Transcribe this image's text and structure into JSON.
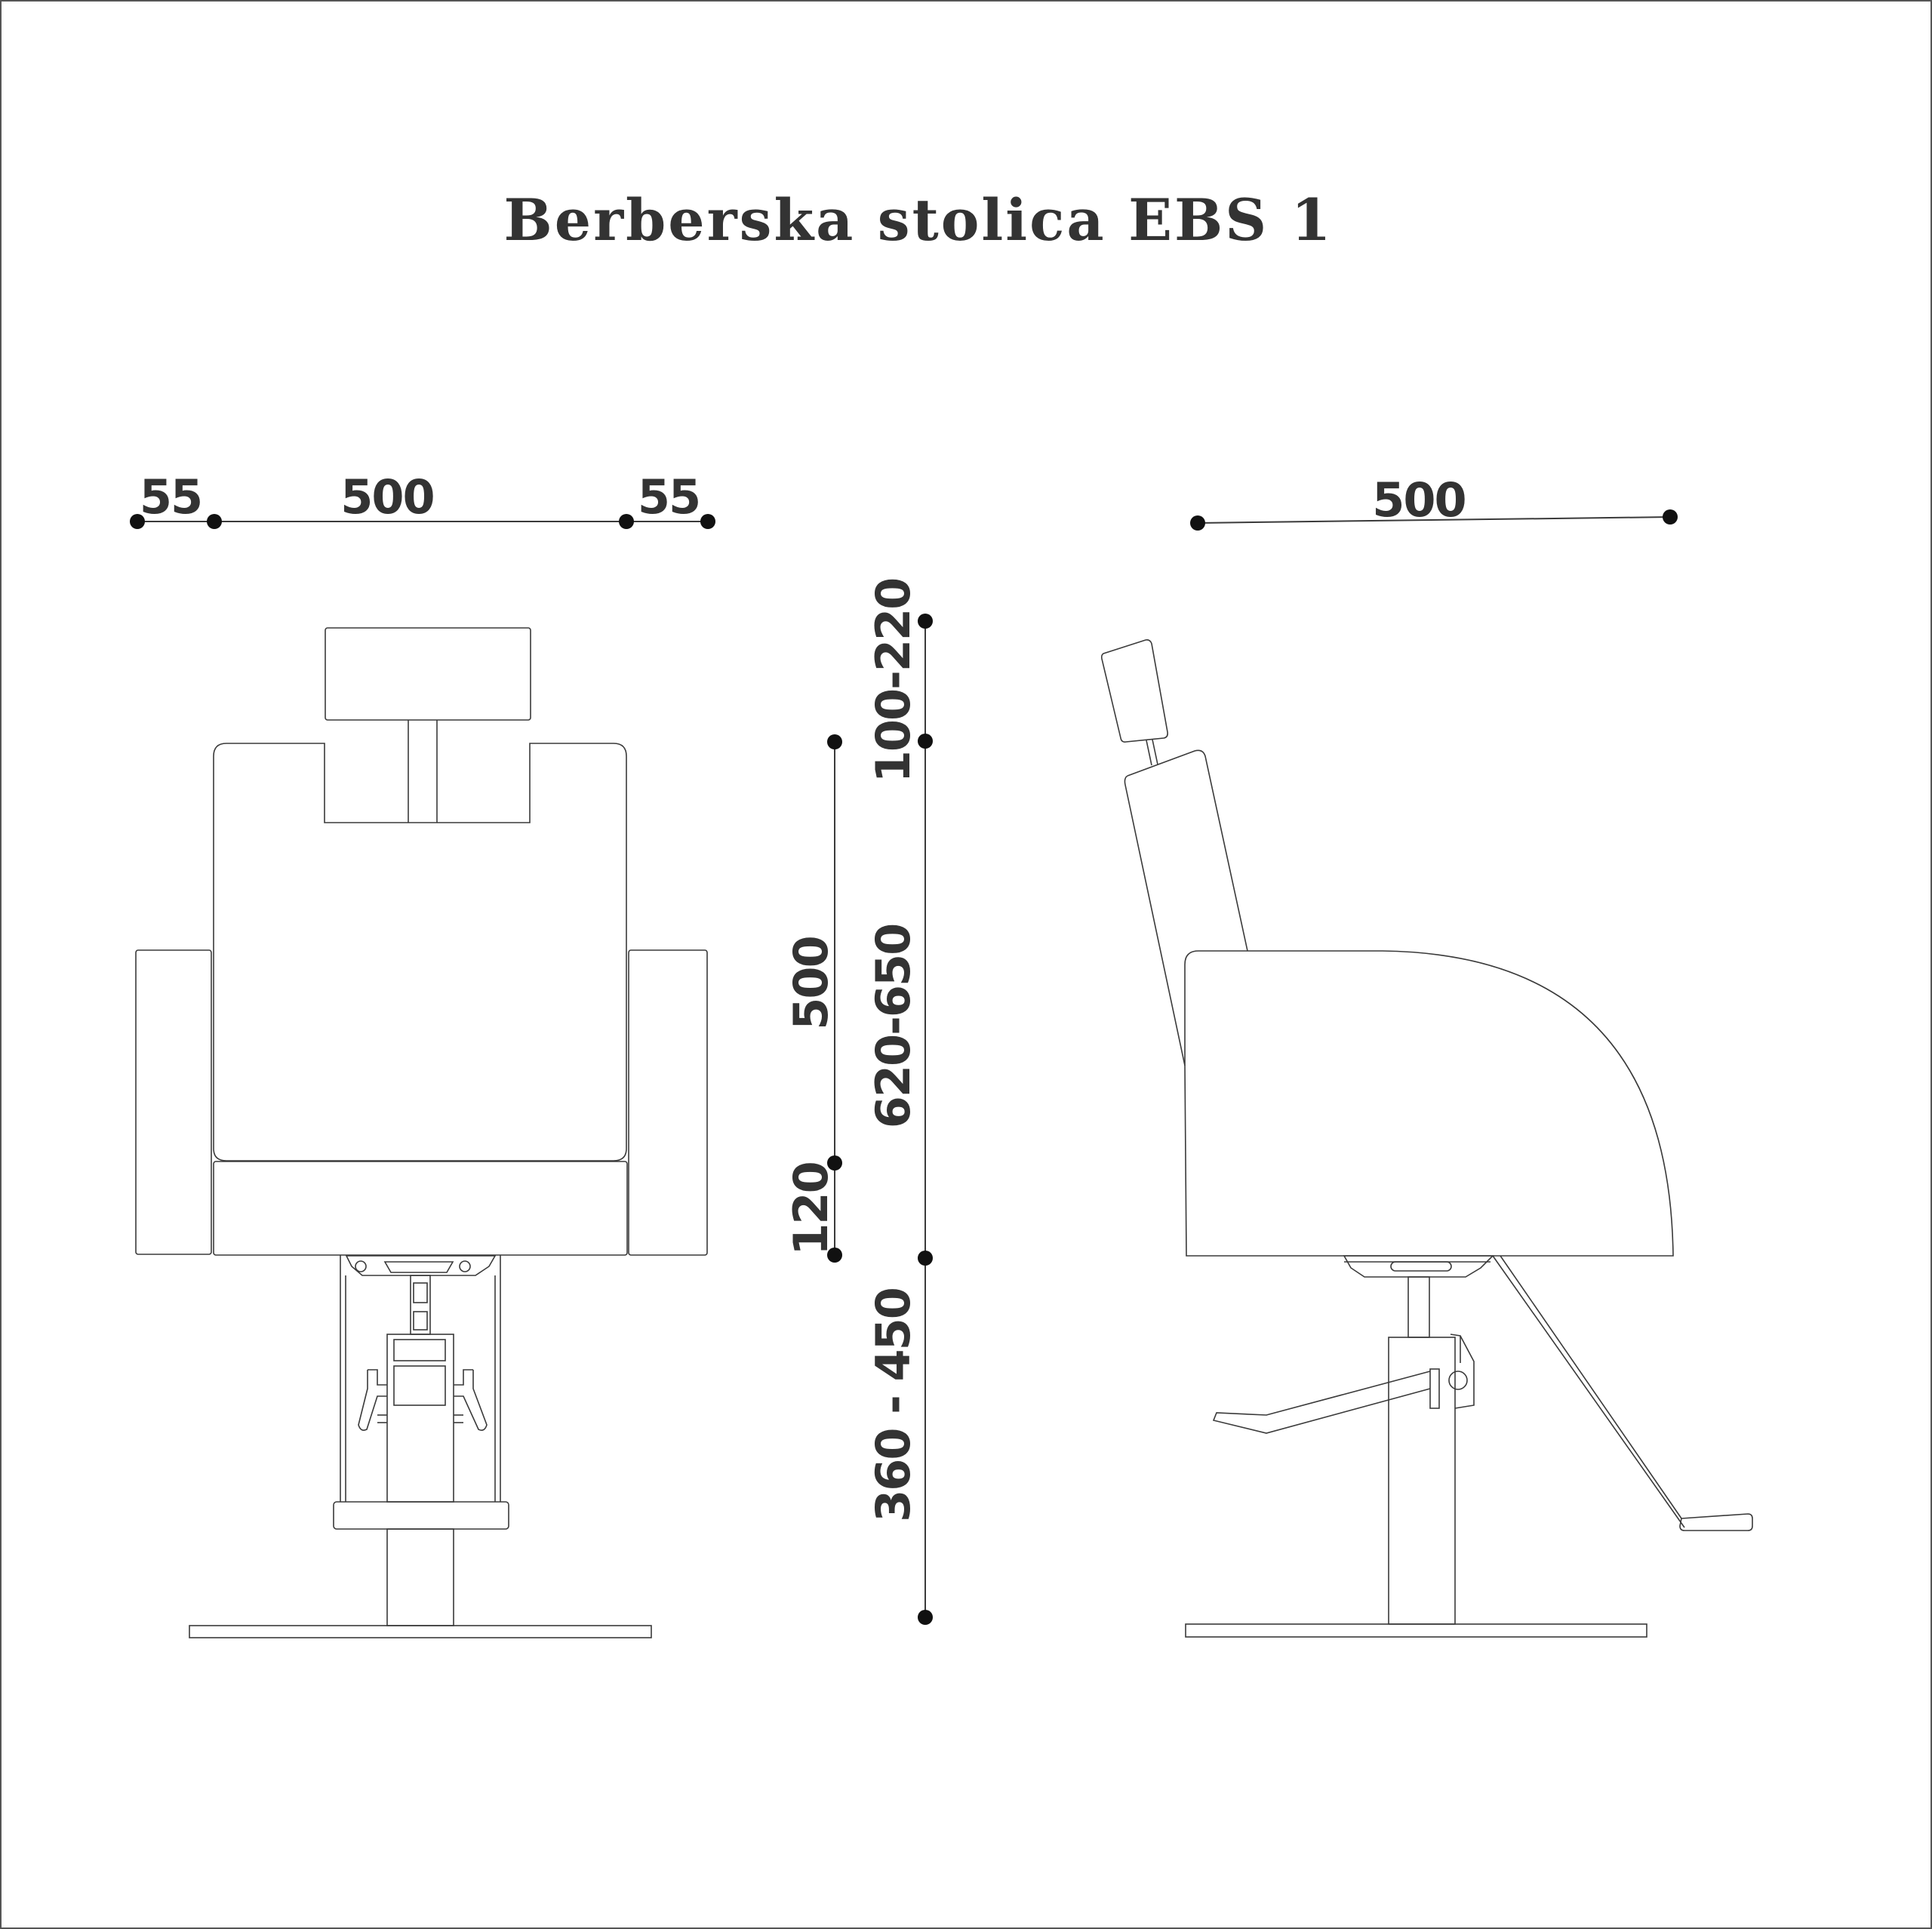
{
  "title": "Berberska stolica EBS 1",
  "colors": {
    "line": "#3a3a3a",
    "text": "#333333",
    "background": "#ffffff"
  },
  "dimensions": {
    "front_left_arm": "55",
    "front_seat_width": "500",
    "front_right_arm": "55",
    "side_depth": "500",
    "headrest_adjust": "100-220",
    "back_height": "500",
    "seat_thickness": "120",
    "back_total": "620-650",
    "seat_height": "360 - 450"
  }
}
